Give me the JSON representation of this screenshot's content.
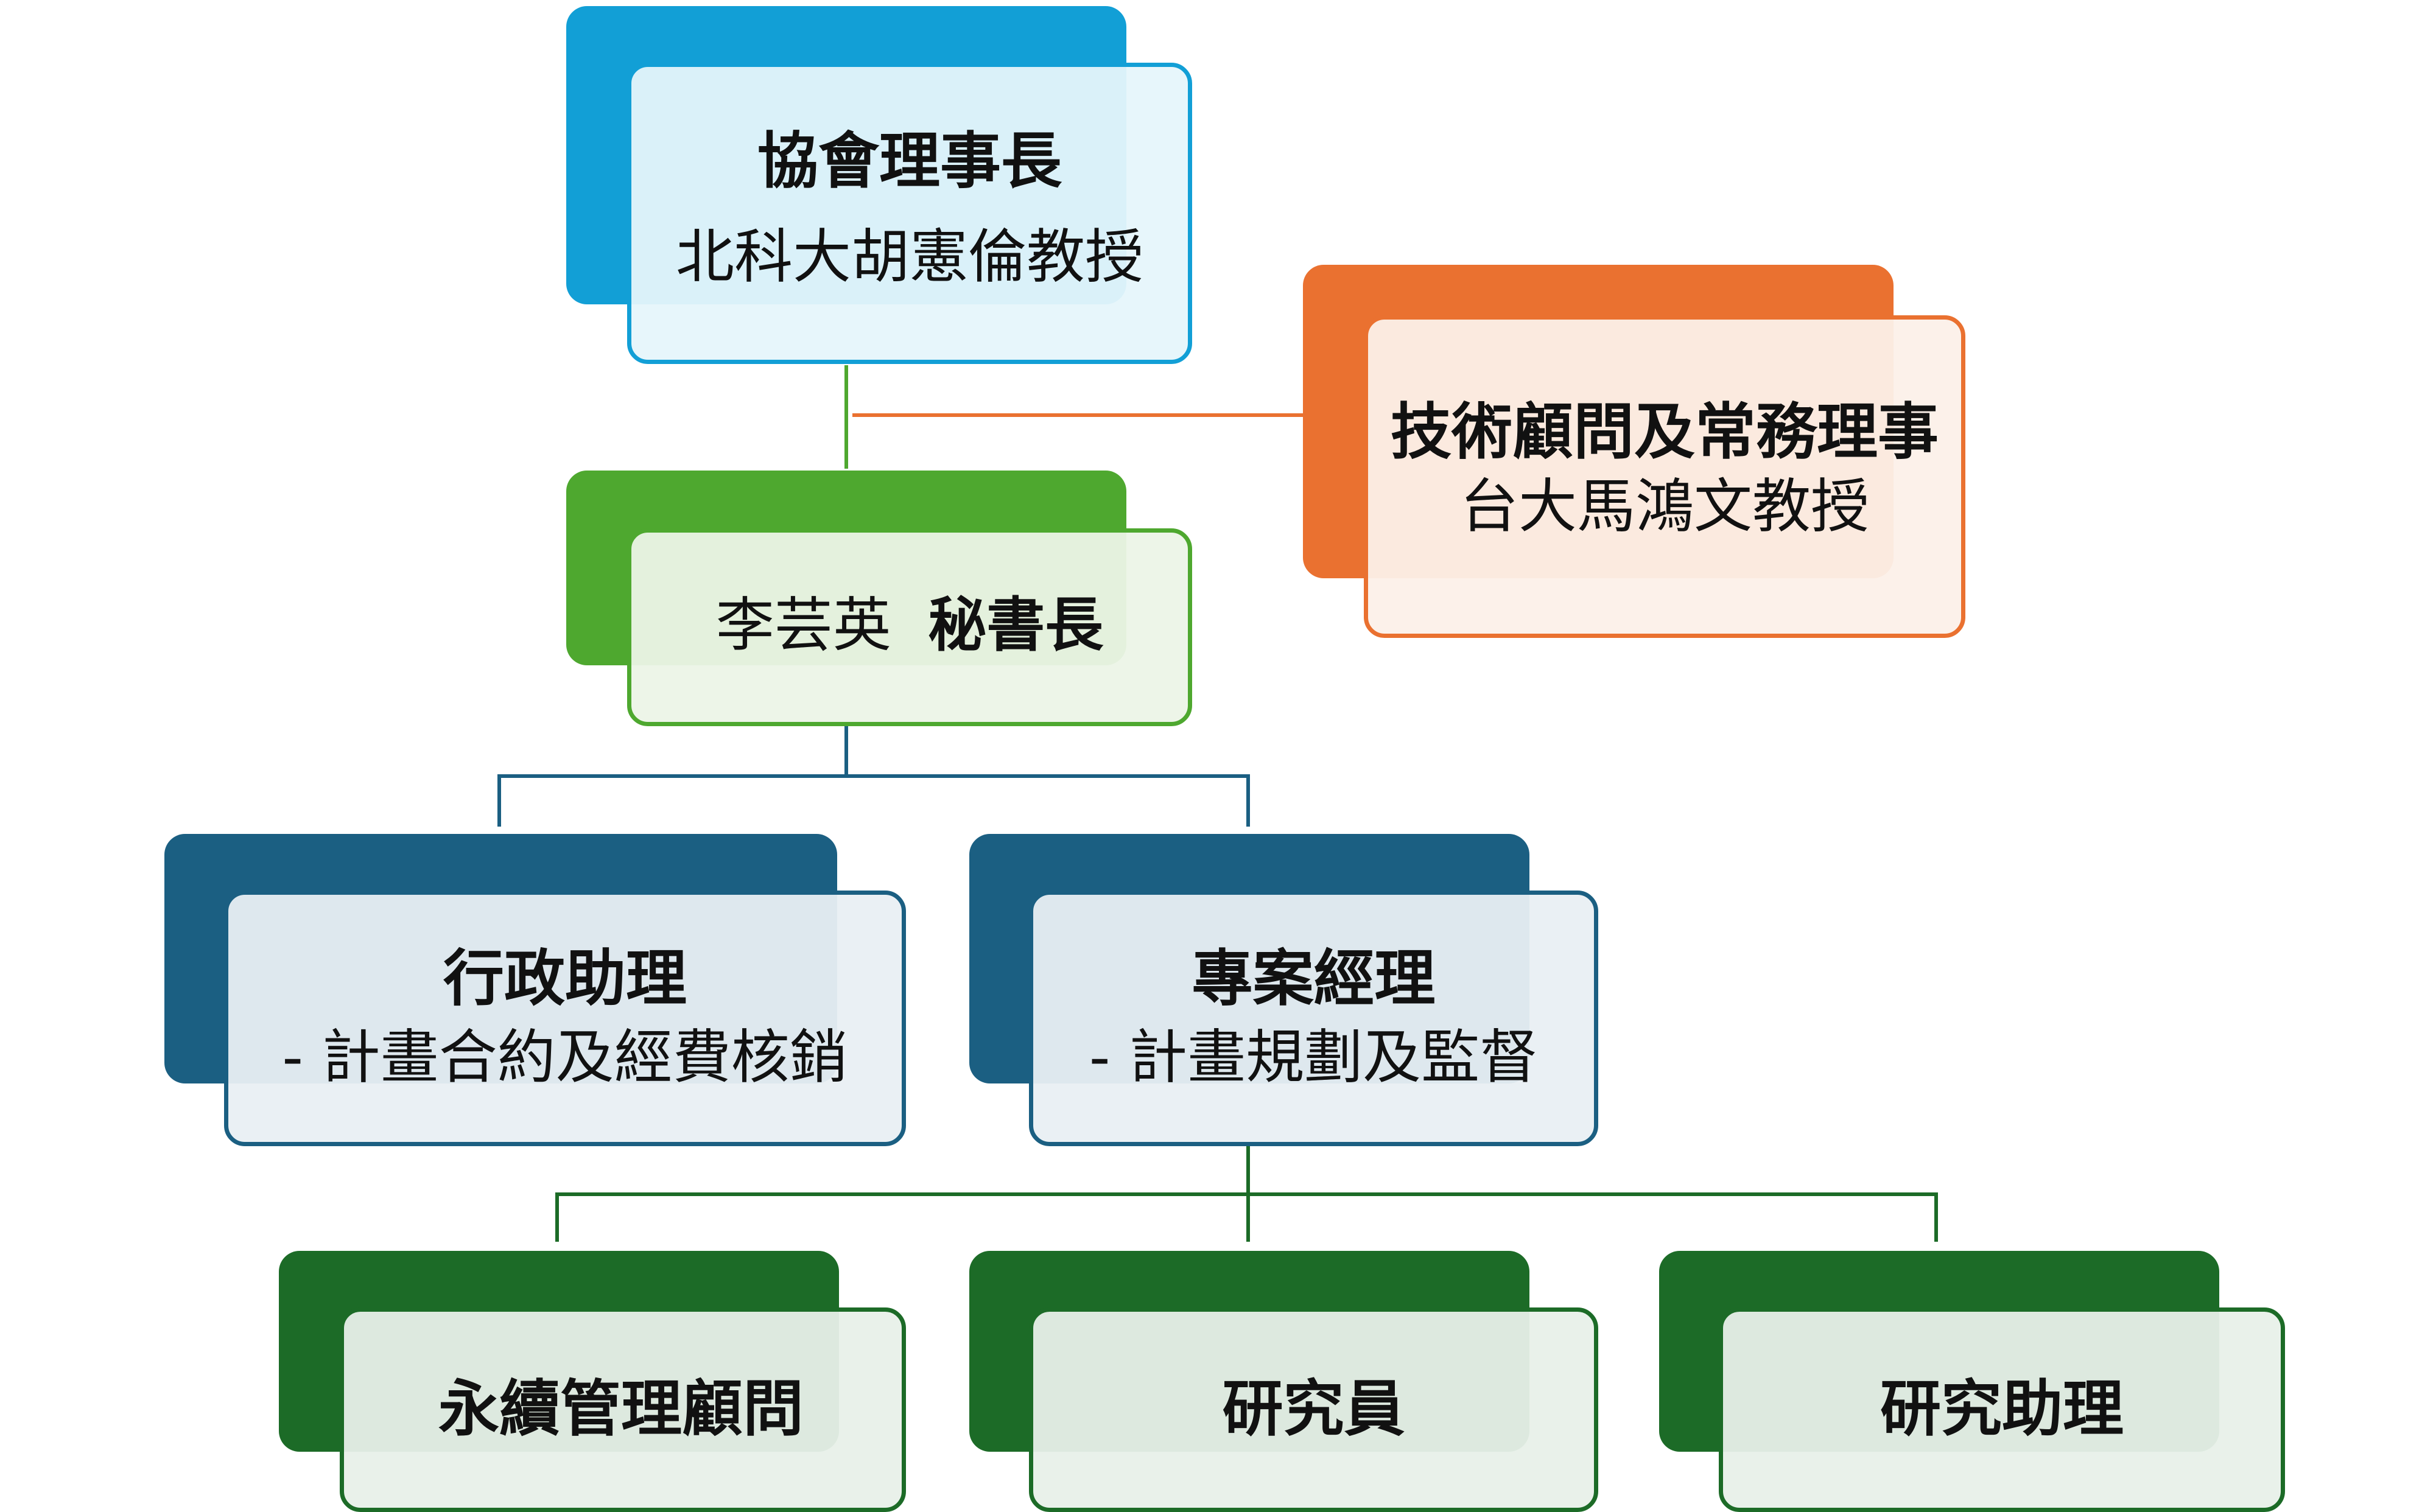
{
  "colors": {
    "chair": "#129fd6",
    "advisor": "#ea7130",
    "secretary": "#4ea82f",
    "mid": "#1b5f82",
    "bottom": "#1c6b27"
  },
  "nodes": {
    "chair": {
      "title": "協會理事長",
      "subtitle": "北科大胡憲倫教授"
    },
    "advisor": {
      "title": "技術顧問及常務理事",
      "subtitle": "台大馬鴻文教授"
    },
    "secretary": {
      "name": "李芸英",
      "title": "秘書長"
    },
    "admin": {
      "title": "行政助理",
      "subtitle": "- 計畫合約及經費核銷"
    },
    "pm": {
      "title": "專案經理",
      "subtitle": "- 計畫規劃及監督"
    },
    "sustain": {
      "title": "永續管理顧問"
    },
    "researcher": {
      "title": "研究員"
    },
    "research_assistant": {
      "title": "研究助理"
    }
  }
}
